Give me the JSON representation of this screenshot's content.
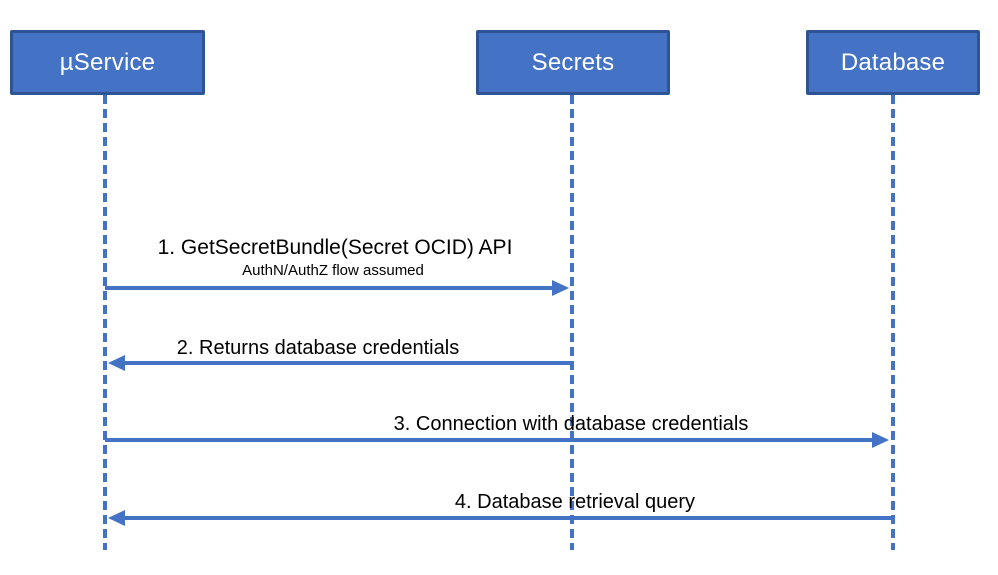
{
  "colors": {
    "accent": "#4472C4",
    "box_fill": "#4472C4",
    "box_border": "#2F5496",
    "box_text": "#FFFFFF",
    "message_text": "#000000"
  },
  "actors": [
    {
      "label": "µService"
    },
    {
      "label": "Secrets"
    },
    {
      "label": "Database"
    }
  ],
  "messages": [
    {
      "label": "1. GetSecretBundle(Secret OCID) API",
      "note": "AuthN/AuthZ flow assumed",
      "from": "µService",
      "to": "Secrets",
      "direction": "right"
    },
    {
      "label": "2. Returns database credentials",
      "from": "Secrets",
      "to": "µService",
      "direction": "left"
    },
    {
      "label": "3. Connection with database credentials",
      "from": "µService",
      "to": "Database",
      "direction": "right"
    },
    {
      "label": "4. Database retrieval query",
      "from": "Database",
      "to": "µService",
      "direction": "left"
    }
  ]
}
